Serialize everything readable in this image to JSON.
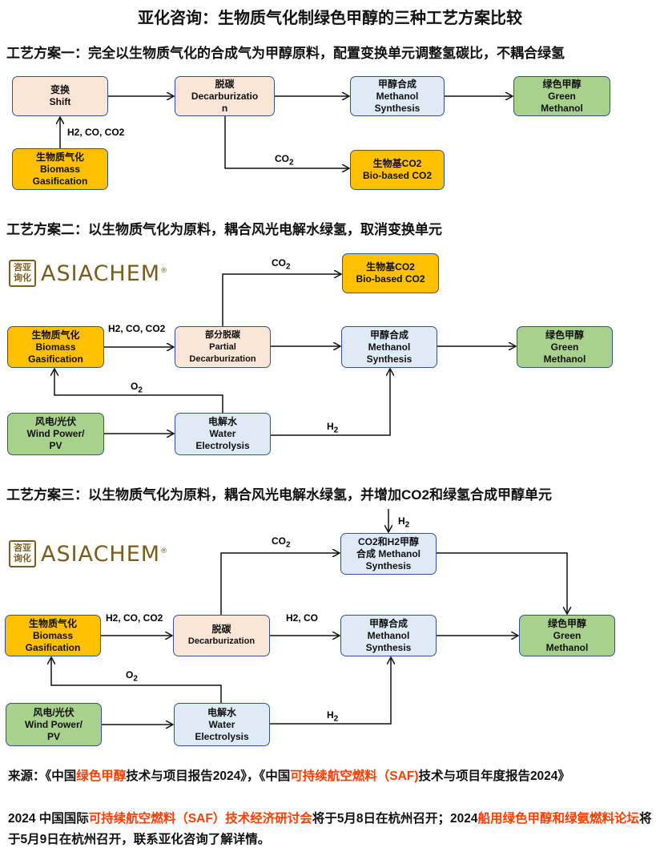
{
  "title": "亚化咨询：生物质气化制绿色甲醇的三种工艺方案比较",
  "logo": {
    "seal": "咨亚询化",
    "brand": "ASIACHEM",
    "reg": "®"
  },
  "s1": {
    "heading": "工艺方案一：完全以生物质气化的合成气为甲醇原料，配置变换单元调整氢碳比，不耦合绿氢",
    "shift": [
      "变换",
      "Shift"
    ],
    "decarb": [
      "脱碳",
      "Decarburizatio",
      "n"
    ],
    "ms": [
      "甲醇合成",
      "Methanol",
      "Synthesis"
    ],
    "gm": [
      "绿色甲醇",
      "Green",
      "Methanol"
    ],
    "bio": [
      "生物质气化",
      "Biomass",
      "Gasification"
    ],
    "co2box": [
      "生物基CO2",
      "Bio-based CO2"
    ],
    "l_syngas": "H2, CO, CO2",
    "l_co2": "CO",
    "sub2": "2"
  },
  "s2": {
    "heading": "工艺方案二：以生物质气化为原料，耦合风光电解水绿氢，取消变换单元",
    "co2box": [
      "生物基CO2",
      "Bio-based CO2"
    ],
    "bio": [
      "生物质气化",
      "Biomass",
      "Gasification"
    ],
    "pd": [
      "部分脱碳",
      "Partial",
      "Decarburization"
    ],
    "ms": [
      "甲醇合成",
      "Methanol",
      "Synthesis"
    ],
    "gm": [
      "绿色甲醇",
      "Green",
      "Methanol"
    ],
    "wind": [
      "风电/光伏",
      "Wind Power/",
      "PV"
    ],
    "ele": [
      "电解水",
      "Water",
      "Electrolysis"
    ],
    "l_syngas": "H2, CO, CO2",
    "l_co2": "CO",
    "l_o2": "O",
    "l_h2": "H",
    "sub2": "2"
  },
  "s3": {
    "heading": "工艺方案三：以生物质气化为原料，耦合风光电解水绿氢，并增加CO2和绿氢合成甲醇单元",
    "cms": [
      "CO2和H2甲醇",
      "合成 Methanol",
      "Synthesis"
    ],
    "bio": [
      "生物质气化",
      "Biomass",
      "Gasification"
    ],
    "dc": [
      "脱碳",
      "Decarburization"
    ],
    "ms": [
      "甲醇合成",
      "Methanol",
      "Synthesis"
    ],
    "gm": [
      "绿色甲醇",
      "Green",
      "Methanol"
    ],
    "wind": [
      "风电/光伏",
      "Wind Power/",
      "PV"
    ],
    "ele": [
      "电解水",
      "Water",
      "Electrolysis"
    ],
    "l_syngas": "H2, CO, CO2",
    "l_h2co": "H2, CO",
    "l_co2": "CO",
    "l_o2": "O",
    "l_h2": "H",
    "l_h2top": "H",
    "sub2": "2"
  },
  "footer": {
    "p1": [
      "来源：《中国",
      "绿色甲醇",
      "技术与项目报告2024》，《中国",
      "可持续航空燃料（SAF)",
      "技术与项目年度报告2024》"
    ],
    "p2": [
      "2024 中国国际",
      "可持续航空燃料（SAF）技术经济研讨会",
      "将于5月8日在杭州召开；2024",
      "船用绿色甲醇和绿氨燃料论坛",
      "将于5月9日在杭州召开，联系亚化咨询了解详情。"
    ]
  },
  "colors": {
    "biomass": "#FFC000",
    "process": "#FBE5D6",
    "synthesis": "#DEEBF7",
    "product": "#A9D18E",
    "highlight": "#FF3D00"
  }
}
